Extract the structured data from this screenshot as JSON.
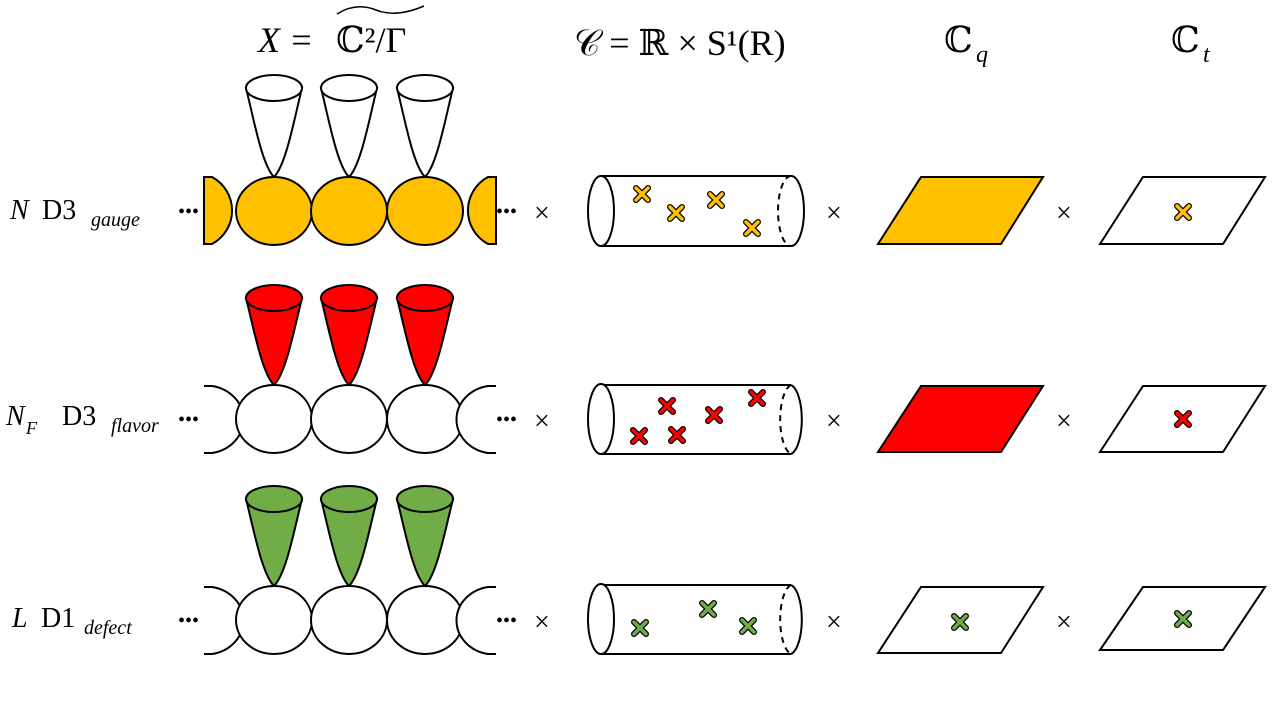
{
  "headers": {
    "x_space": {
      "lhs": "X = ",
      "rhs": "ℂ²/Γ"
    },
    "curve": "𝒞 = ℝ × S¹(R)",
    "cq": {
      "base": "ℂ",
      "sub": "q"
    },
    "ct": {
      "base": "ℂ",
      "sub": "t"
    }
  },
  "rows": [
    {
      "key": "gauge",
      "label": {
        "pre": "N",
        "base": "D3",
        "sub": "gauge"
      },
      "color": "#FFC000",
      "dots": "•••",
      "times": "×",
      "cups_filled": false,
      "balls_filled": true,
      "cq_filled": true,
      "curve_marks": 4,
      "ct_marks": 1
    },
    {
      "key": "flavor",
      "label": {
        "pre": "N",
        "presub": "F",
        "base": "D3",
        "sub": "flavor"
      },
      "color": "#FF0000",
      "dots": "•••",
      "times": "×",
      "cups_filled": true,
      "balls_filled": false,
      "cq_filled": true,
      "curve_marks": 5,
      "ct_marks": 1
    },
    {
      "key": "defect",
      "label": {
        "pre": "L",
        "base": "D1",
        "sub": "defect"
      },
      "color": "#70AD47",
      "dots": "•••",
      "times": "×",
      "cups_filled": true,
      "balls_filled": false,
      "cq_filled": false,
      "cq_marks": 1,
      "curve_marks": 3,
      "ct_marks": 1
    }
  ]
}
